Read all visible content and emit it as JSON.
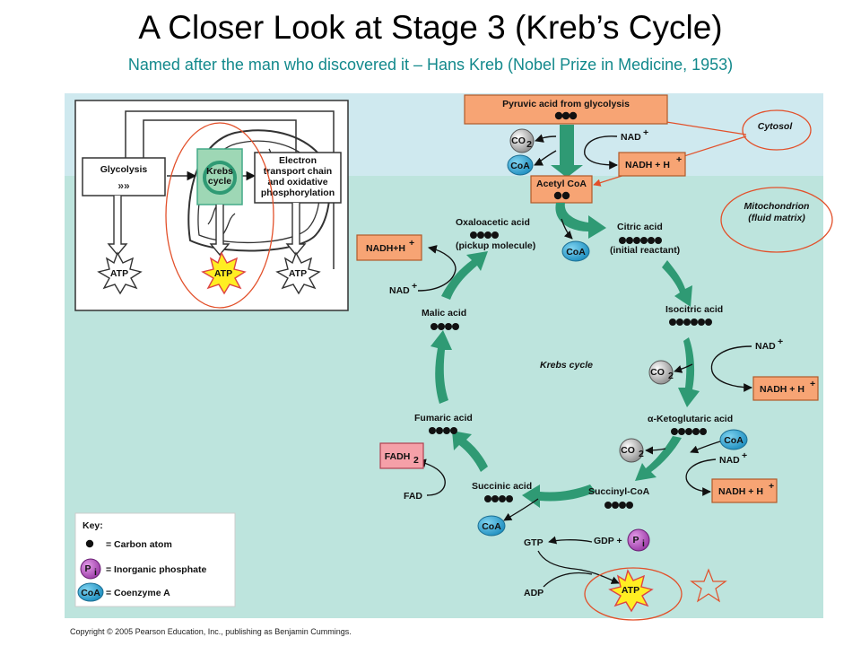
{
  "title": "A Closer Look at Stage 3 (Kreb’s Cycle)",
  "subtitle": "Named after the man who discovered it – Hans Kreb (Nobel Prize in Medicine, 1953)",
  "overview": {
    "glycolysis": "Glycolysis",
    "krebs_line1": "Krebs",
    "krebs_line2": "cycle",
    "etc_line1": "Electron",
    "etc_line2": "transport chain",
    "etc_line3": "and oxidative",
    "etc_line4": "phosphorylation",
    "atp": "ATP"
  },
  "regions": {
    "cytosol": "Cytosol",
    "mito_line1": "Mitochondrion",
    "mito_line2": "(fluid matrix)",
    "cycle_center": "Krebs cycle"
  },
  "molecules": {
    "pyruvic": "Pyruvic acid from glycolysis",
    "acetyl": "Acetyl CoA",
    "citric": "Citric acid",
    "citric_note": "(initial reactant)",
    "isocitric": "Isocitric acid",
    "ketoglutaric": "α-Ketoglutaric acid",
    "succinyl": "Succinyl-CoA",
    "succinic": "Succinic acid",
    "fumaric": "Fumaric acid",
    "malic": "Malic acid",
    "oxaloacetic": "Oxaloacetic acid",
    "oxaloacetic_note": "(pickup molecule)"
  },
  "cofactors": {
    "nad": "NAD",
    "nadh": "NADH + H",
    "nadh_compact": "NADH+H",
    "plus": "+",
    "co2_main": "CO",
    "co2_sub": "2",
    "coa": "CoA",
    "fadh": "FADH",
    "fadh_sub": "2",
    "fad": "FAD",
    "gtp": "GTP",
    "gdp": "GDP +",
    "adp": "ADP",
    "pi_main": "P",
    "pi_sub": "i",
    "atp": "ATP"
  },
  "key": {
    "heading": "Key:",
    "carbon": "= Carbon atom",
    "phosphate": "= Inorganic phosphate",
    "coenzyme": "= Coenzyme A"
  },
  "copyright": "Copyright © 2005 Pearson Education, Inc., publishing as Benjamin Cummings.",
  "colors": {
    "arrow_green": "#2f9a74",
    "orange_box": "#f7a474",
    "annotation_red": "#e2502a",
    "teal_text": "#13898c"
  }
}
